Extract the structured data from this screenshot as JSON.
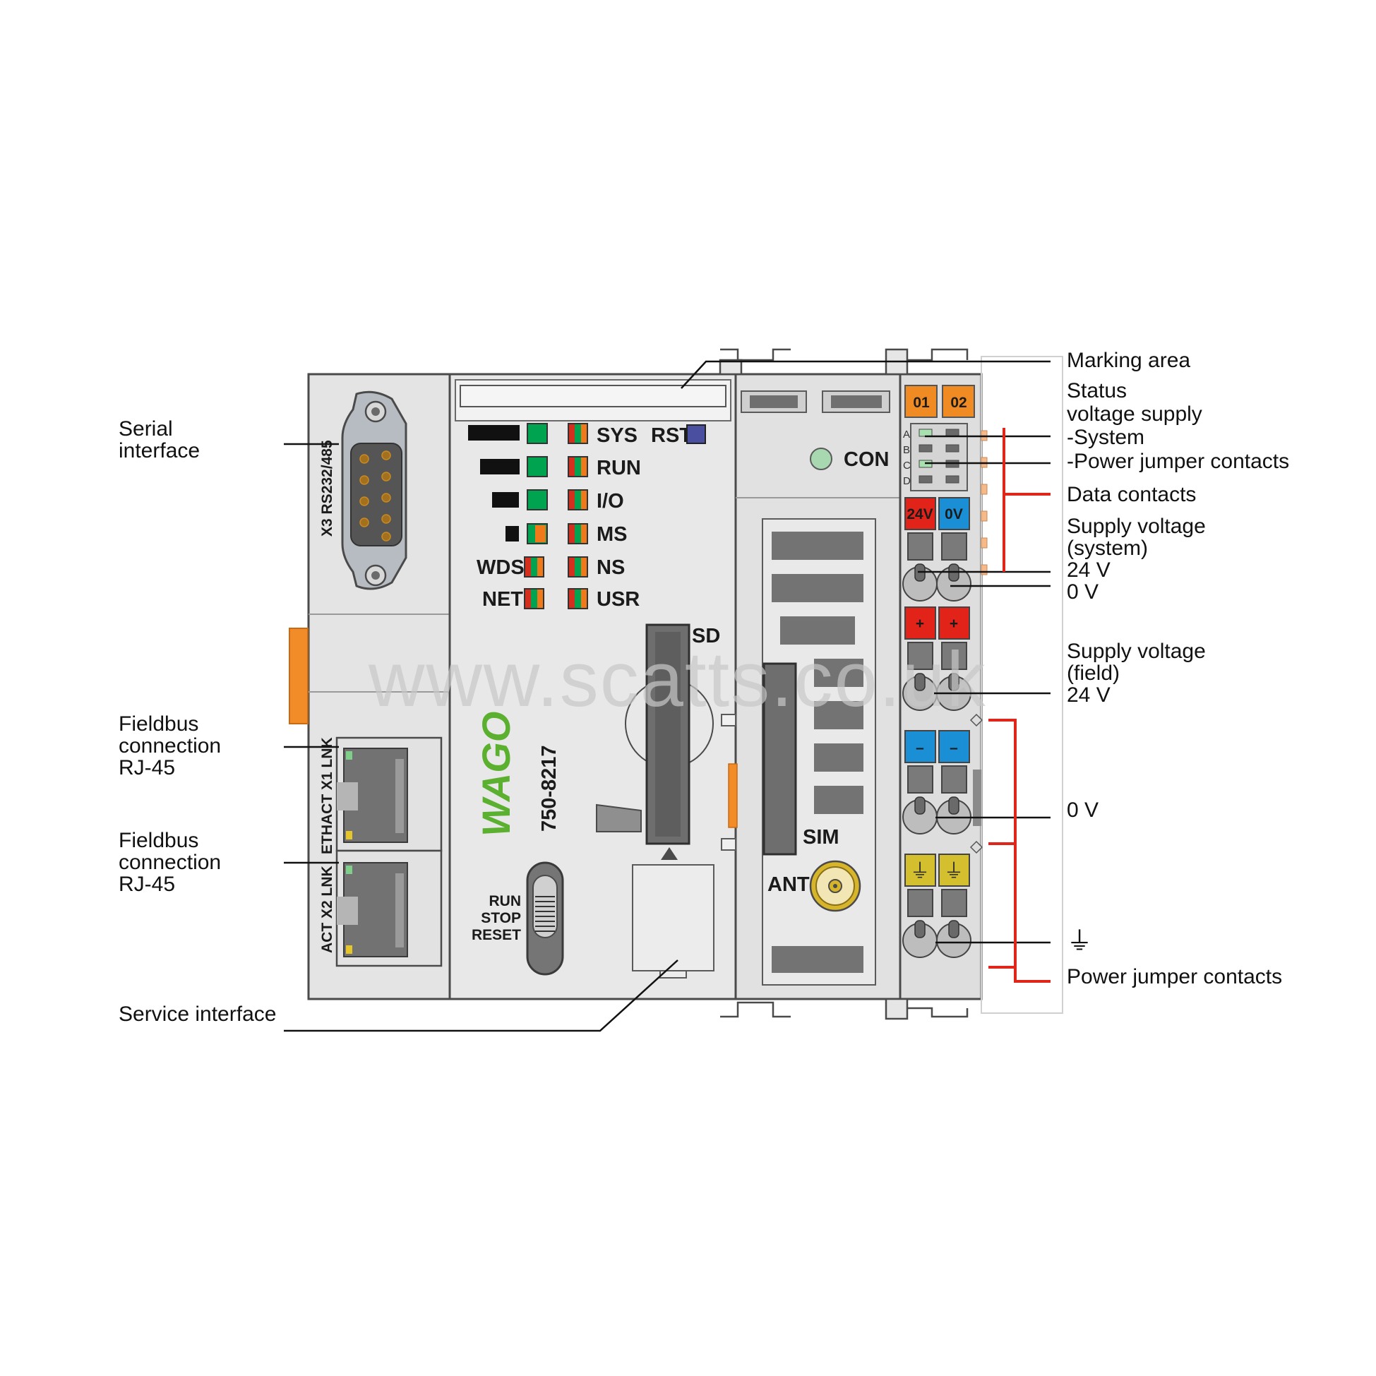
{
  "colors": {
    "housing": "#dcdcdc",
    "housing_light": "#e6e6e6",
    "outline": "#4a4a4a",
    "dark_gray": "#707070",
    "led_green": "#00a350",
    "led_orange": "#f07a1a",
    "led_red": "#d32f1f",
    "plus_red": "#e2231a",
    "minus_blue": "#1b8fd6",
    "earth_yellow": "#d4bf2f",
    "label_orange": "#f08a22",
    "connector_orange": "#f28c28",
    "wago_green": "#5bb030",
    "callout_red": "#e0251b",
    "rst_blue": "#4a4fa0",
    "watermark": "#c8c8c8"
  },
  "callouts_left": {
    "serial": [
      "Serial",
      "interface"
    ],
    "fieldbus1": [
      "Fieldbus",
      "connection",
      "RJ-45"
    ],
    "fieldbus2": [
      "Fieldbus",
      "connection",
      "RJ-45"
    ],
    "service": "Service interface"
  },
  "callouts_right": {
    "marking_area": "Marking area",
    "status": [
      "Status",
      "voltage supply",
      "-System",
      "-Power jumper contacts"
    ],
    "data_contacts": "Data contacts",
    "supply_system": [
      "Supply voltage",
      "(system)",
      "24 V",
      "0 V"
    ],
    "supply_field": [
      "Supply voltage",
      "(field)",
      "24 V"
    ],
    "zero_v": "0 V",
    "earth_symbol": "⏚",
    "power_jumper": "Power jumper contacts"
  },
  "device": {
    "serial_port_label": "X3 RS232/485",
    "leds_right": [
      "SYS",
      "RUN",
      "I/O",
      "MS",
      "NS",
      "USR"
    ],
    "leds_left": [
      "WDS",
      "NET"
    ],
    "rst_label": "RST",
    "sd_label": "SD",
    "brand": "WAGO",
    "model": "750-8217",
    "switch_labels": [
      "RUN",
      "STOP",
      "RESET"
    ],
    "eth_x1_label": "ETHACT X1 LNK",
    "eth_x2_label": "ACT X2 LNK",
    "con_label": "CON",
    "sim_label": "SIM",
    "ant_label": "ANT",
    "channel_labels": [
      "01",
      "02"
    ],
    "status_rows": [
      "A",
      "B",
      "C",
      "D"
    ],
    "supply_labels": [
      "24V",
      "0V"
    ],
    "plus_sign": "+",
    "minus_sign": "–",
    "earth_symbol": "⏚"
  },
  "watermark": "www.scatts.co.uk"
}
